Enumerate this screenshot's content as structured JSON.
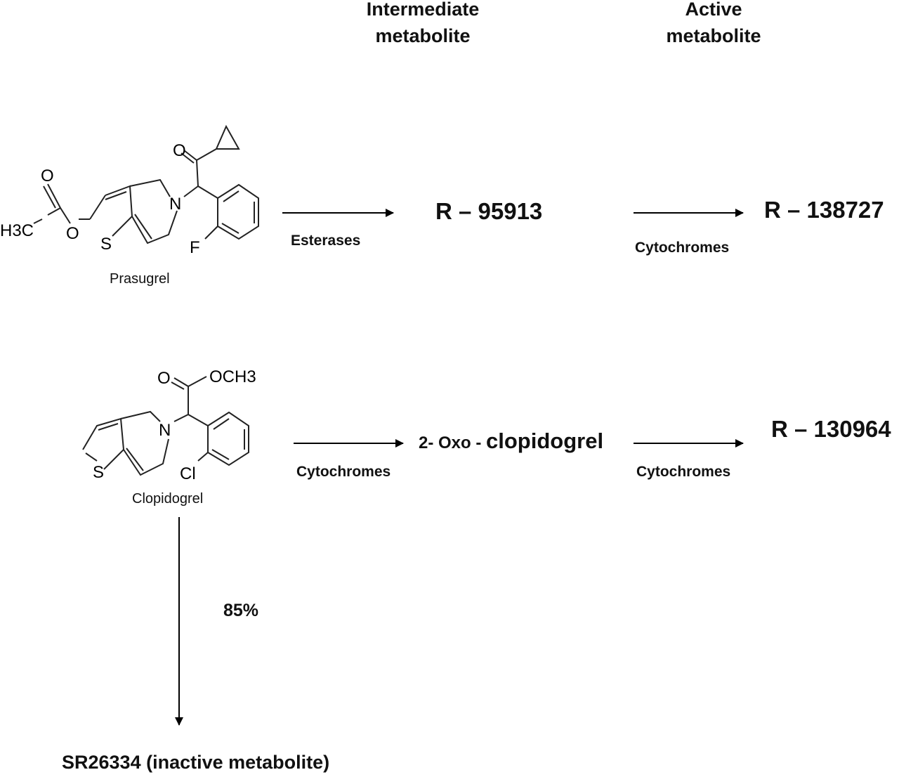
{
  "headers": {
    "intermediate_line1": "Intermediate",
    "intermediate_line2": "metabolite",
    "active_line1": "Active",
    "active_line2": "metabolite"
  },
  "prasugrel": {
    "name": "Prasugrel",
    "atoms": {
      "o_ketone": "O",
      "o_acetyl": "O",
      "o_ester": "O",
      "h3c": "H3C",
      "n": "N",
      "s": "S",
      "f": "F"
    },
    "step1_enzyme": "Esterases",
    "intermediate": "R – 95913",
    "step2_enzyme": "Cytochromes",
    "active": "R – 138727"
  },
  "clopidogrel": {
    "name": "Clopidogrel",
    "atoms": {
      "o": "O",
      "och3": "OCH3",
      "n": "N",
      "s": "S",
      "cl": "Cl"
    },
    "step1_enzyme": "Cytochromes",
    "intermediate_prefix": "2- Oxo - ",
    "intermediate_main": "clopidogrel",
    "step2_enzyme": "Cytochromes",
    "active": "R – 130964",
    "inactive_percent": "85%",
    "inactive_product": "SR26334 (inactive metabolite)"
  }
}
